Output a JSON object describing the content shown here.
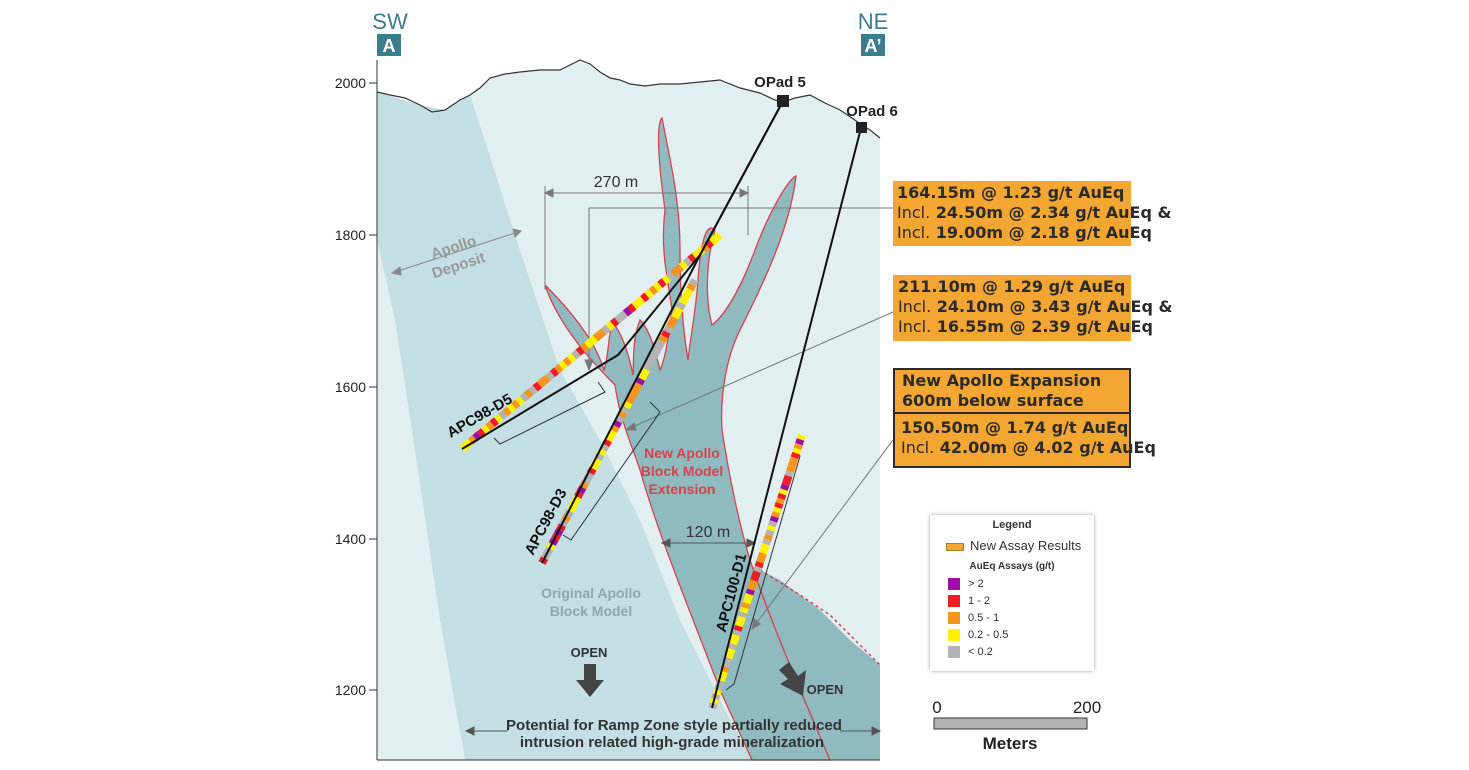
{
  "header": {
    "left_dir": "SW",
    "left_label": "A",
    "right_dir": "NE",
    "right_label": "A’"
  },
  "elevation_ticks": [
    "2000",
    "1800",
    "1600",
    "1400",
    "1200"
  ],
  "pads": {
    "opad5": "OPad 5",
    "opad6": "OPad 6"
  },
  "dimensions": {
    "width_270": "270 m",
    "width_120": "120 m"
  },
  "region_labels": {
    "apollo_deposit_1": "Apollo",
    "apollo_deposit_2": "Deposit",
    "new_model_1": "New Apollo",
    "new_model_2": "Block Model",
    "new_model_3": "Extension",
    "orig_model_1": "Original Apollo",
    "orig_model_2": "Block Model",
    "open_1": "OPEN",
    "open_2": "OPEN",
    "potential_1": "Potential for Ramp Zone style partially reduced",
    "potential_2": "intrusion related high-grade mineralization"
  },
  "drill_holes": [
    "APC98-D5",
    "APC98-D3",
    "APC100-D1"
  ],
  "callouts": {
    "box1": {
      "l1": "164.15m @ 1.23 g/t AuEq",
      "l2a": "Incl.",
      "l2b": "24.50m @ 2.34 g/t AuEq &",
      "l3a": "Incl.",
      "l3b": "19.00m @ 2.18 g/t AuEq"
    },
    "box2": {
      "l1": "211.10m @ 1.29 g/t AuEq",
      "l2a": "Incl.",
      "l2b": "24.10m @ 3.43 g/t AuEq &",
      "l3a": "Incl.",
      "l3b": "16.55m @ 2.39 g/t AuEq"
    },
    "box3": {
      "h1": "New Apollo Expansion",
      "h2": "600m below surface",
      "l1": "150.50m @ 1.74 g/t AuEq",
      "l2a": "Incl.",
      "l2b": "42.00m @ 4.02 g/t AuEq"
    }
  },
  "legend": {
    "title": "Legend",
    "new_assay": "New Assay Results",
    "subtitle": "AuEq Assays (g/t)",
    "items": [
      {
        "label": "> 2",
        "color": "#9b0fa6"
      },
      {
        "label": "1 - 2",
        "color": "#ee1c24"
      },
      {
        "label": "0.5 - 1",
        "color": "#f7941d"
      },
      {
        "label": "0.2 - 0.5",
        "color": "#fff200"
      },
      {
        "label": "< 0.2",
        "color": "#b3b3b3"
      }
    ]
  },
  "scale_bar": {
    "min": "0",
    "max": "200",
    "unit": "Meters"
  },
  "colors": {
    "background_zone": "#e2eff1",
    "deposit_zone": "#c3dfe3",
    "extension_zone": "#8fbac0",
    "header_teal": "#3b7d8c",
    "callout_orange": "#f3a631",
    "outline_red": "#d9414b"
  }
}
